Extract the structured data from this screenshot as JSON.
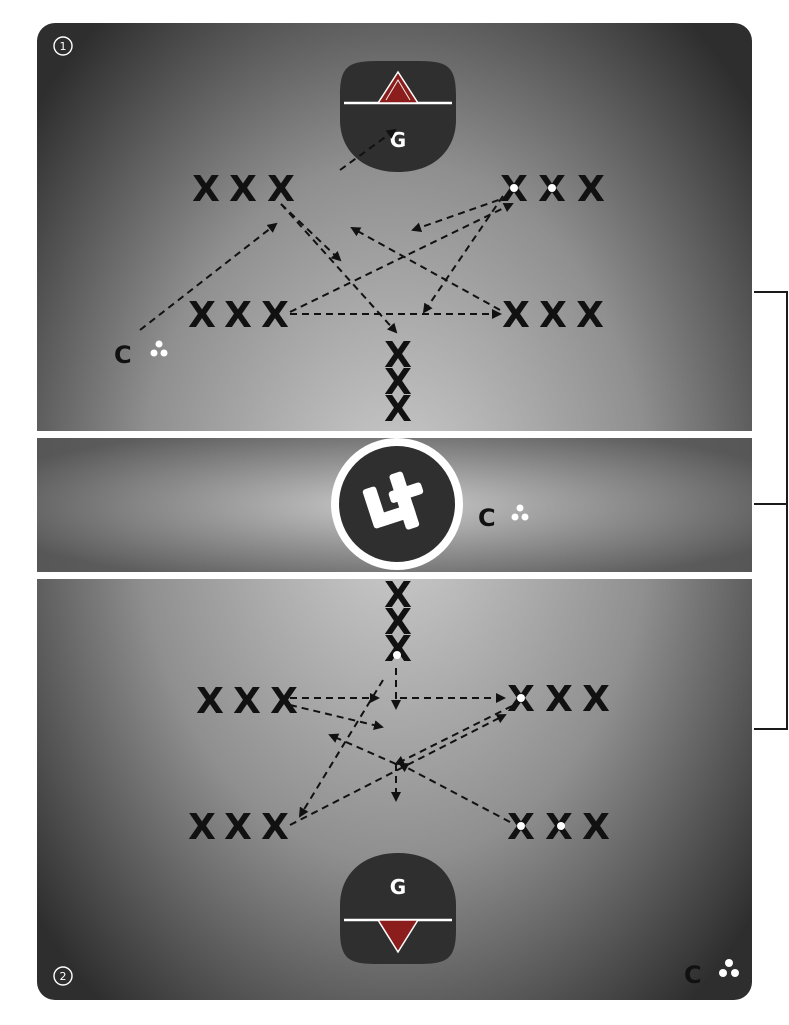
{
  "diagram": {
    "field_numbers": {
      "top": "1",
      "bottom": "2"
    },
    "goalie_label": "G",
    "player_mark": "X",
    "coach_label": "C"
  },
  "colors": {
    "field_dark": "#2e2e2e",
    "field_light": "#c9c9c9",
    "line": "#ffffff",
    "player": "#111111",
    "crease": "#2f2f2f",
    "goal_triangle": "#8b1d1d",
    "arrow": "#111111",
    "bracket": "#1a1a1a"
  },
  "icons": {
    "field_number": "circled-number-icon",
    "goal": "goal-crease-icon",
    "center_logo": "lax-logo-icon",
    "coach": "coach-with-balls-icon",
    "ball": "ball-icon"
  }
}
